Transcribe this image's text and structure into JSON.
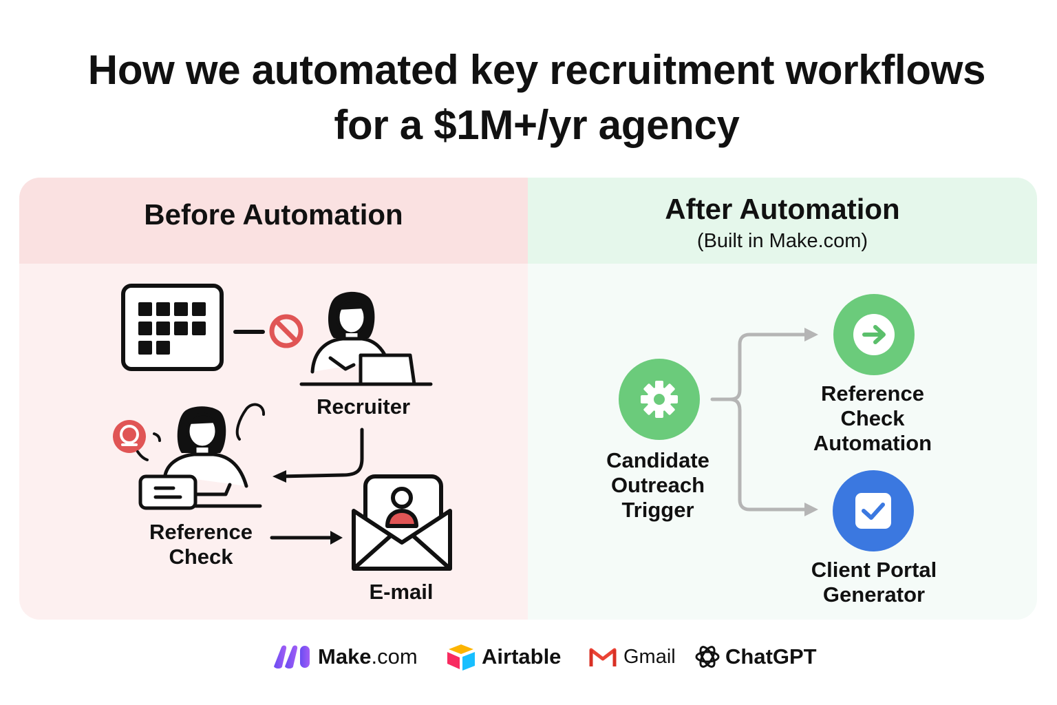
{
  "title": {
    "line1": "How we automated key recruitment workflows",
    "line2": "for a $1M+/yr agency"
  },
  "before": {
    "heading": "Before Automation",
    "recruiter": "Recruiter",
    "reference_check": [
      "Reference",
      "Check"
    ],
    "email": "E-mail"
  },
  "after": {
    "heading": "After Automation",
    "subheading": "(Built in Make.com)",
    "trigger": [
      "Candidate",
      "Outreach",
      "Trigger"
    ],
    "reference_automation": [
      "Reference",
      "Check",
      "Automation"
    ],
    "client_portal": [
      "Client Portal",
      "Generator"
    ]
  },
  "tools": {
    "make_bold": "Make",
    "make_rest": ".com",
    "airtable": "Airtable",
    "gmail": "Gmail",
    "chatgpt": "ChatGPT"
  },
  "colors": {
    "before_panel": "#fdf0f0",
    "before_header": "#fae1e1",
    "after_panel": "#f5fbf8",
    "after_header": "#e5f7eb",
    "green_node": "#6bcb7b",
    "blue_node": "#3b78e0",
    "stop_red": "#e05555",
    "connector_gray": "#b5b5b5"
  }
}
